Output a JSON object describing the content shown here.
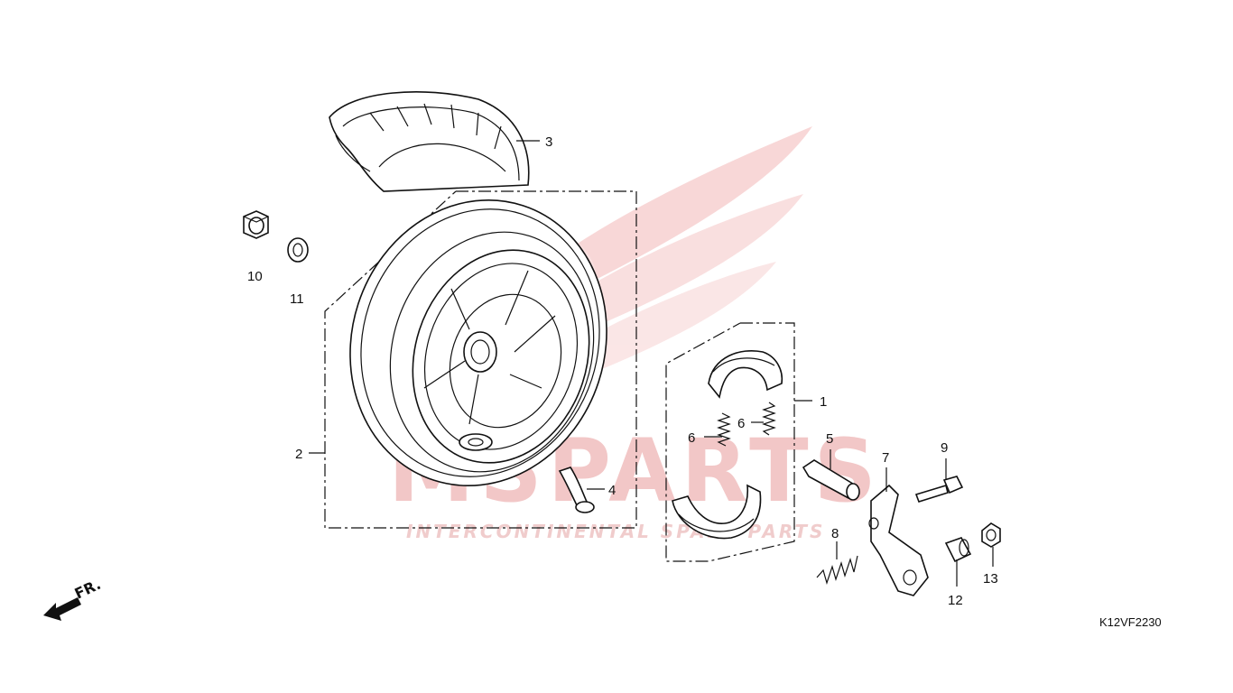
{
  "watermark": {
    "brand": "MSPARTS",
    "tagline": "INTERCONTINENTAL SPARE PARTS",
    "color": "#e88a8a"
  },
  "diagram_code": "K12VF2230",
  "direction_indicator": "FR.",
  "callouts": [
    {
      "id": "callout-1",
      "label": "1"
    },
    {
      "id": "callout-2",
      "label": "2"
    },
    {
      "id": "callout-3",
      "label": "3"
    },
    {
      "id": "callout-4",
      "label": "4"
    },
    {
      "id": "callout-5",
      "label": "5"
    },
    {
      "id": "callout-6a",
      "label": "6"
    },
    {
      "id": "callout-6b",
      "label": "6"
    },
    {
      "id": "callout-7",
      "label": "7"
    },
    {
      "id": "callout-8",
      "label": "8"
    },
    {
      "id": "callout-9",
      "label": "9"
    },
    {
      "id": "callout-10",
      "label": "10"
    },
    {
      "id": "callout-11",
      "label": "11"
    },
    {
      "id": "callout-12",
      "label": "12"
    },
    {
      "id": "callout-13",
      "label": "13"
    }
  ]
}
